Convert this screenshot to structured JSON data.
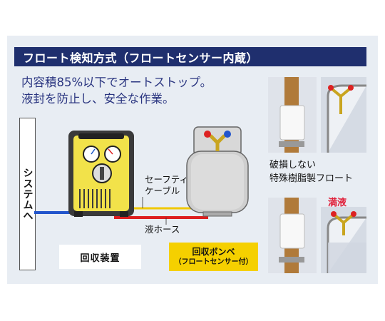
{
  "header": {
    "title": "フロート検知方式（フロートセンサー内蔵）"
  },
  "description": {
    "line1": "内容積85%以下でオートストップ。",
    "line2": "液封を防止し、安全な作業。"
  },
  "system": {
    "label": "システムへ"
  },
  "labels": {
    "safety_cable_line1": "セーフティ",
    "safety_cable_line2": "ケーブル",
    "liquid_hose": "液ホース"
  },
  "unit": {
    "label": "回収装置"
  },
  "cylinder": {
    "label_line1": "回収ボンベ",
    "label_line2": "（フロートセンサー付）"
  },
  "float": {
    "line1": "破損しない",
    "line2": "特殊樹脂製フロート"
  },
  "full": {
    "label": "満液"
  },
  "colors": {
    "header_bg": "#1f2f6e",
    "text_accent": "#2a3580",
    "panel_bg": "#e8edf3",
    "unit_body": "#f2e24a",
    "hose_blue": "#2255cc",
    "hose_red": "#dd1f1f",
    "cable_yellow": "#f0c800",
    "full_red": "#e0203a"
  },
  "icons": [
    "recovery-unit-icon",
    "cylinder-icon",
    "gauge-icon",
    "float-sensor-icon",
    "valve-icon"
  ]
}
